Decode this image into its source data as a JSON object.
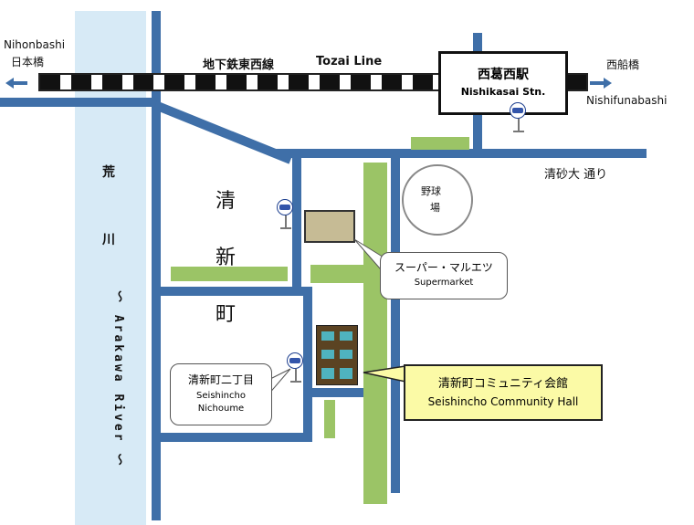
{
  "map": {
    "line_label_ja": "地下鉄東西線",
    "line_label_en": "Tozai Line",
    "west_ja": "日本橋",
    "west_en": "Nihonbashi",
    "east_ja": "西船橋",
    "east_en": "Nishifunabashi",
    "station_ja": "西葛西駅",
    "station_en": "Nishikasai Stn.",
    "road_label": "清砂大 通り",
    "river_ja_1": "荒",
    "river_ja_2": "川",
    "river_en": "～ Arakawa River ～",
    "district_1": "清",
    "district_2": "新",
    "district_3": "町",
    "baseball_1": "野球",
    "baseball_2": "場",
    "supermarket_ja": "スーパー・マルエツ",
    "supermarket_en": "Supermarket",
    "bus_stop_ja": "清新町二丁目",
    "bus_stop_en_1": "Seishincho",
    "bus_stop_en_2": "Nichoume",
    "hall_ja": "清新町コミュニティ会館",
    "hall_en": "Seishincho Community Hall"
  },
  "icons": [
    "bus-stop-icon",
    "arrow-left-icon",
    "arrow-right-icon",
    "building-icon"
  ],
  "colors": {
    "road": "#3f6fa8",
    "river": "#d7eaf6",
    "park": "#9bc466",
    "highlight": "#fbfaa6",
    "building": "#5b4322",
    "supermarket": "#c6bb95"
  }
}
